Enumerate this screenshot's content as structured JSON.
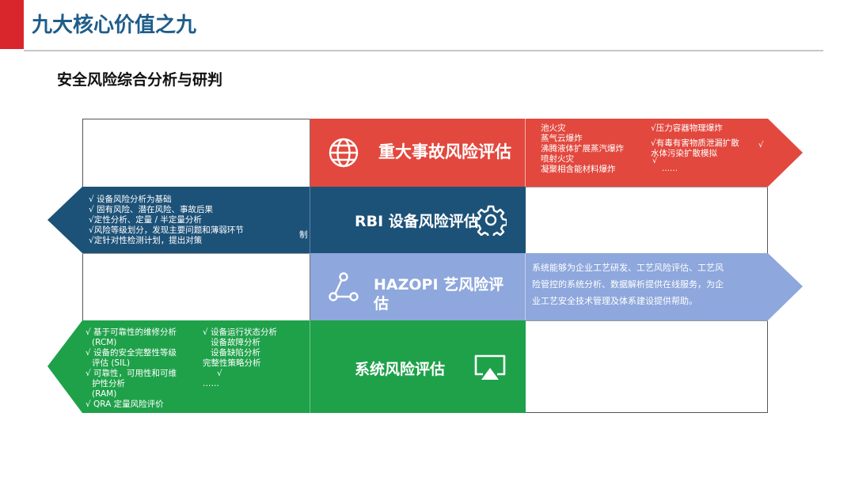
{
  "slide": {
    "title": "九大核心价值之九",
    "subtitle": "安全风险综合分析与研判"
  },
  "bands": {
    "major": {
      "label": "重大事故风险评估",
      "items": [
        "池火灾",
        "蒸气云爆炸",
        "沸腾液体扩展蒸汽爆炸",
        "喷射火灾",
        "凝聚相含能材料爆炸",
        "√压力容器物理爆炸",
        "√有毒有害物质泄漏扩散",
        "水体污染扩散模拟"
      ],
      "check_mark": "√",
      "more": "……"
    },
    "rbi": {
      "label": "RBI 设备风险评估",
      "items": [
        "√ 设备风险分析为基础",
        "√ 固有风险、潜在风险、事故后果",
        "√定性分析、定量 / 半定量分析",
        "√风险等级划分，发现主要问题和薄弱环节",
        "√定针对性检测计划，提出对策"
      ],
      "trailing_char": "制"
    },
    "hazop": {
      "label_line1": "HAZOPI 艺风险评",
      "label_line2": "估",
      "description_lines": [
        "系统能够为企业工艺研发、工艺风险评估、工艺风",
        "险管控的系统分析、数据解析提供在线服务，为企",
        "业工艺安全技术管理及体系建设提供帮助。"
      ]
    },
    "system": {
      "label": "系统风险评估",
      "items": [
        "√ 基于可靠性的维修分析",
        "(RCM)",
        "√ 设备的安全完整性等级",
        "评估 (SIL)",
        "√ 可靠性，可用性和可维",
        "护性分析",
        "(RAM)",
        "√ QRA 定量风险评价"
      ],
      "items_right": [
        "√ 设备运行状态分析",
        "设备故障分析",
        "设备缺陷分析",
        "完整性策略分析",
        "√",
        "……"
      ]
    }
  },
  "colors": {
    "title_blue": "#1f5d8a",
    "accent_red": "#d9262c",
    "band_red": "#e2483e",
    "band_navy": "#1d5278",
    "band_periwinkle": "#8ea7dc",
    "band_green": "#1fa14a"
  },
  "icons": [
    "globe-icon",
    "gear-icon",
    "share-nodes-icon",
    "cast-screen-icon"
  ]
}
